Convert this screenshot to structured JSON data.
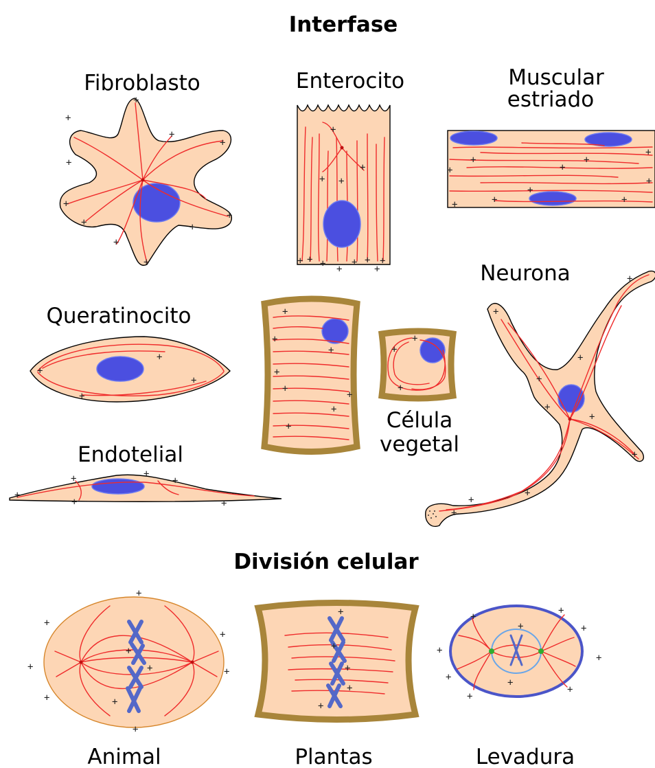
{
  "sections": {
    "interphase_title": "Interfase",
    "division_title": "División celular"
  },
  "cells": {
    "fibroblast": "Fibroblasto",
    "enterocyte": "Enterocito",
    "striated_muscle_line1": "Muscular",
    "striated_muscle_line2": "estriado",
    "neuron": "Neurona",
    "keratinocyte": "Queratinocito",
    "plant_cell_line1": "Célula",
    "plant_cell_line2": "vegetal",
    "endothelial": "Endotelial"
  },
  "division": {
    "animal": "Animal",
    "plants": "Plantas",
    "yeast": "Levadura"
  },
  "colors": {
    "cytoplasm": "#fdd6b5",
    "nucleus": "#4b4fe0",
    "microtubule": "#ef2b2b",
    "cell_wall": "#a8853a",
    "chromosome": "#5468c8",
    "spindle_pole_body": "#2fae2f"
  }
}
